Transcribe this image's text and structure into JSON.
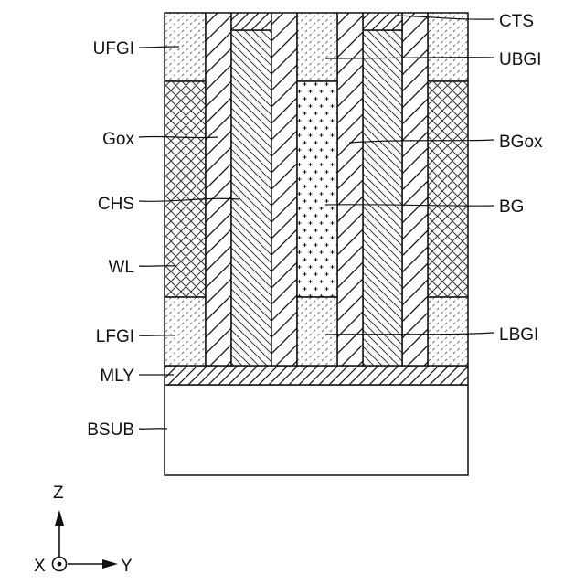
{
  "labels": {
    "left": {
      "ufgi": "UFGI",
      "gox": "Gox",
      "chs": "CHS",
      "wl": "WL",
      "lfgi": "LFGI",
      "mly": "MLY",
      "bsub": "BSUB"
    },
    "right": {
      "cts": "CTS",
      "ubgi": "UBGI",
      "bgox": "BGox",
      "bg": "BG",
      "lbgi": "LBGI"
    }
  },
  "axes": {
    "z": "Z",
    "x": "X",
    "y": "Y"
  }
}
